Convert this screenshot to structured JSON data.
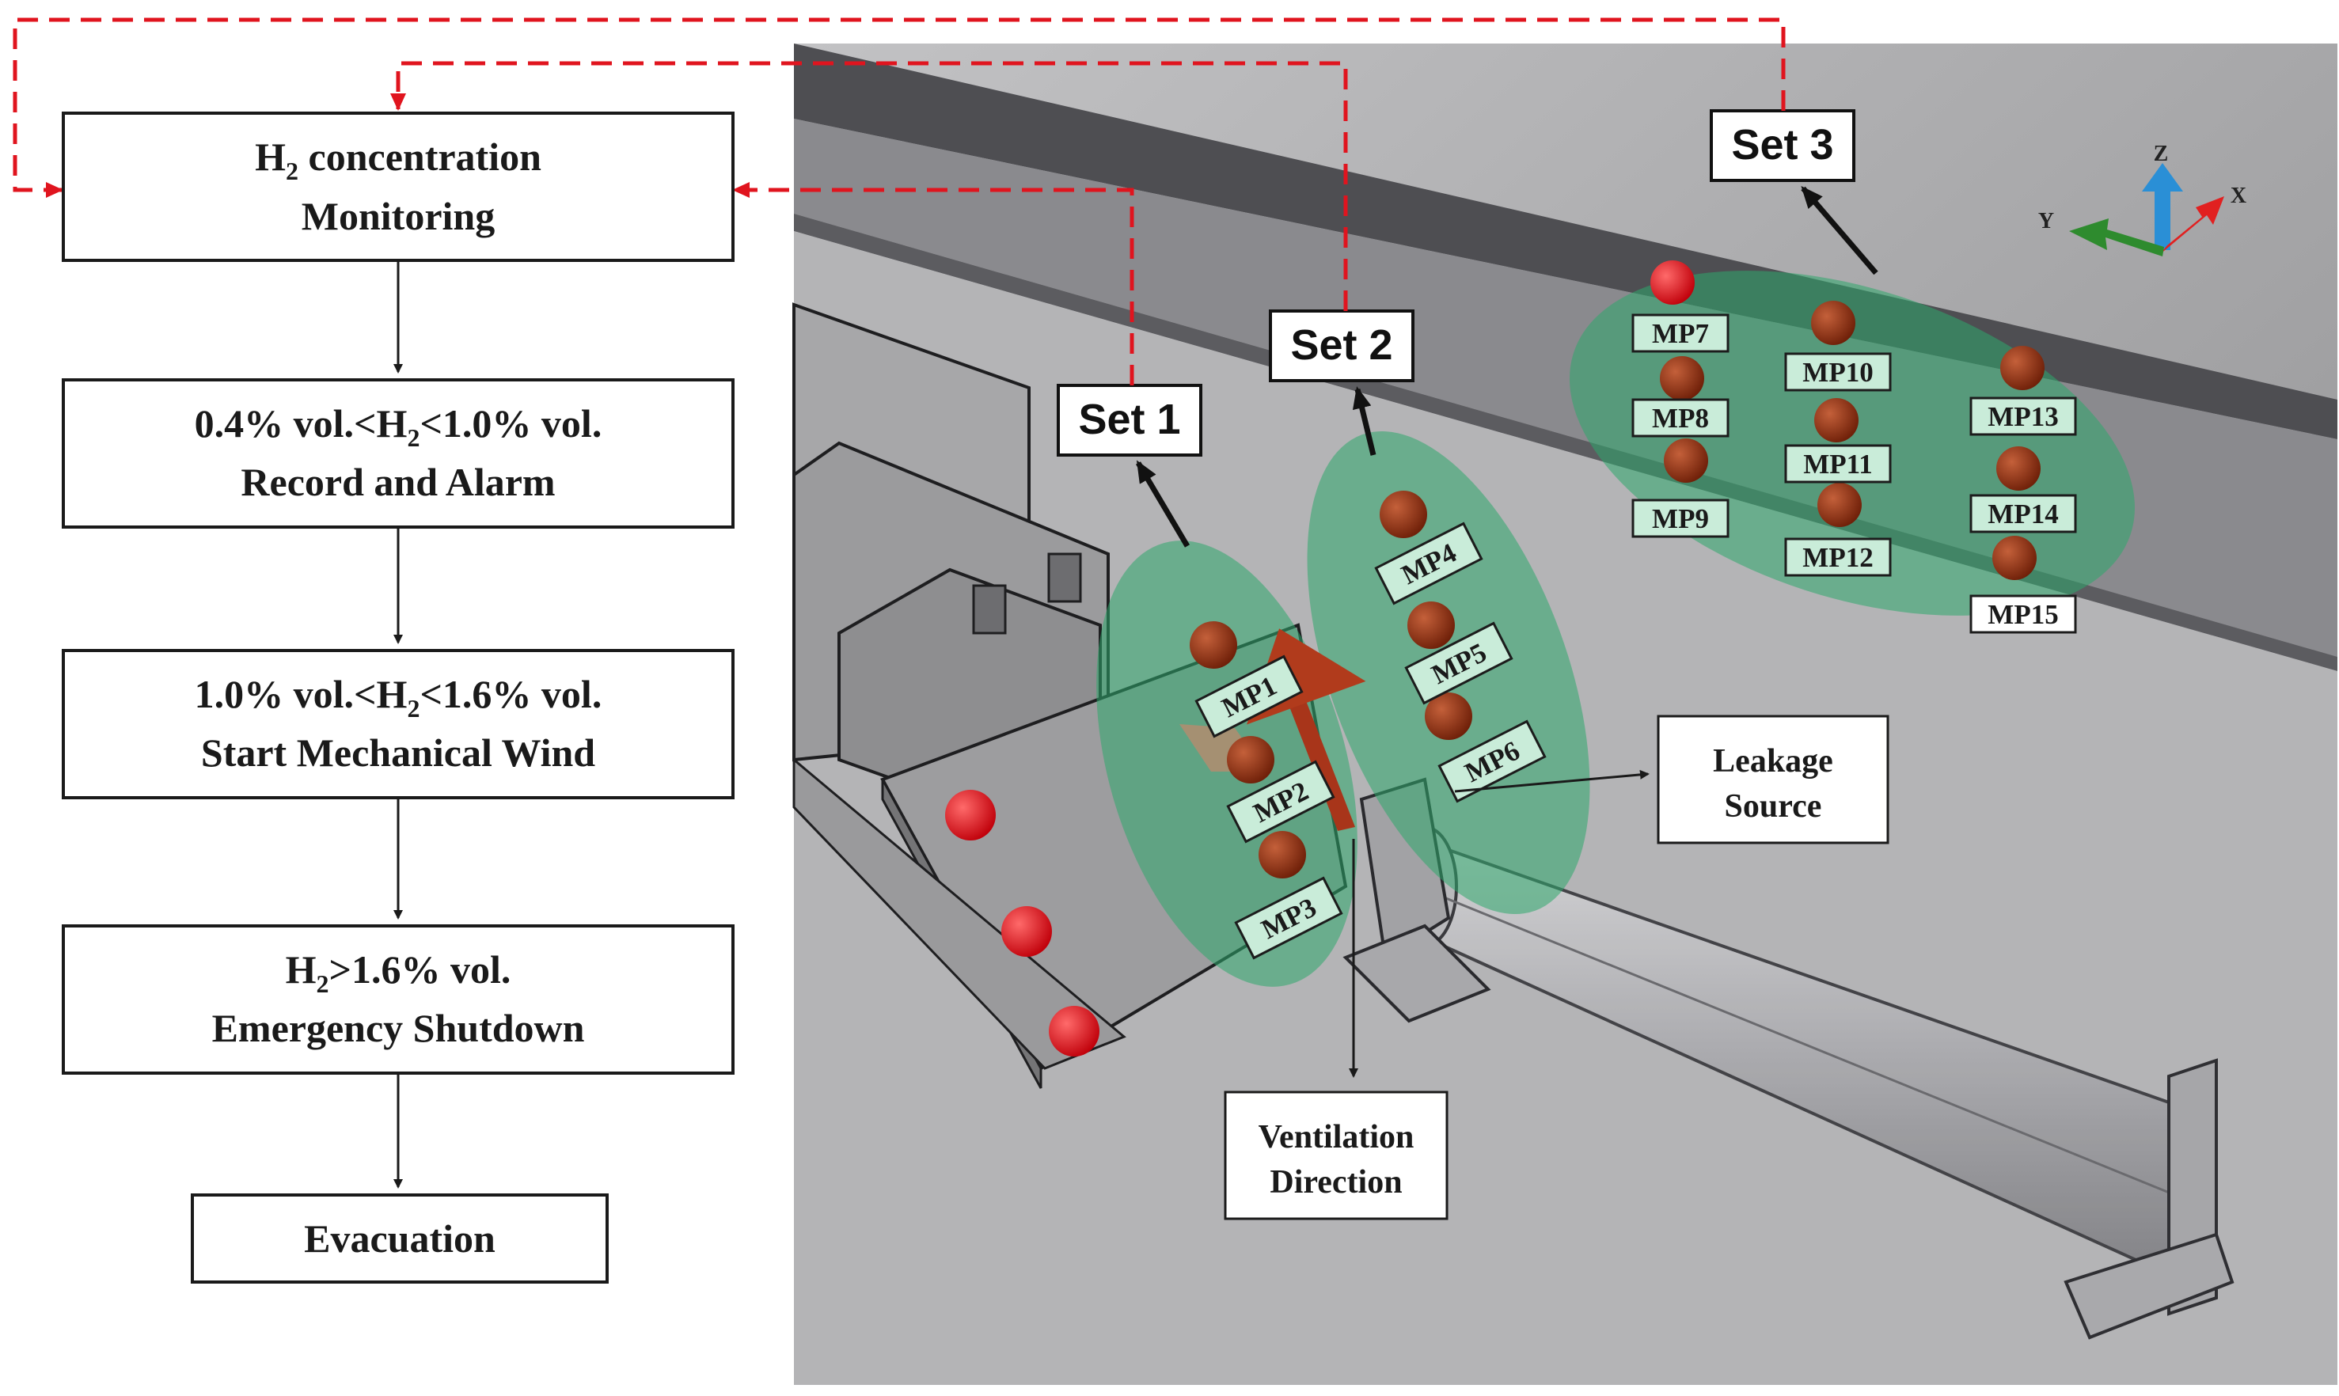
{
  "flowchart": {
    "monitoring": {
      "h": "H",
      "sub": "2",
      "rest": " concentration",
      "line2": "Monitoring"
    },
    "alarm": {
      "pre": "0.4% vol.<H",
      "sub": "2",
      "post": "<1.0% vol.",
      "line2": "Record and Alarm"
    },
    "wind": {
      "pre": "1.0% vol.<H",
      "sub": "2",
      "post": "<1.6% vol.",
      "line2": "Start Mechanical Wind"
    },
    "shutdown": {
      "pre": "H",
      "sub": "2",
      "post": ">1.6% vol.",
      "line2": "Emergency Shutdown"
    },
    "evacuation": "Evacuation"
  },
  "sets": {
    "set1": "Set 1",
    "set2": "Set 2",
    "set3": "Set 3"
  },
  "labels": {
    "leakage": [
      "Leakage",
      "Source"
    ],
    "ventilation": [
      "Ventilation",
      "Direction"
    ]
  },
  "measure_points": [
    "MP1",
    "MP2",
    "MP3",
    "MP4",
    "MP5",
    "MP6",
    "MP7",
    "MP8",
    "MP9",
    "MP10",
    "MP11",
    "MP12",
    "MP13",
    "MP14",
    "MP15"
  ],
  "axes": {
    "z": "Z",
    "x": "X",
    "y": "Y"
  },
  "colors": {
    "signal_line": "#e0141e",
    "set_region": "#2ea86b",
    "sensor": "#8b2e12",
    "alarm_sensor": "#e0141e"
  }
}
